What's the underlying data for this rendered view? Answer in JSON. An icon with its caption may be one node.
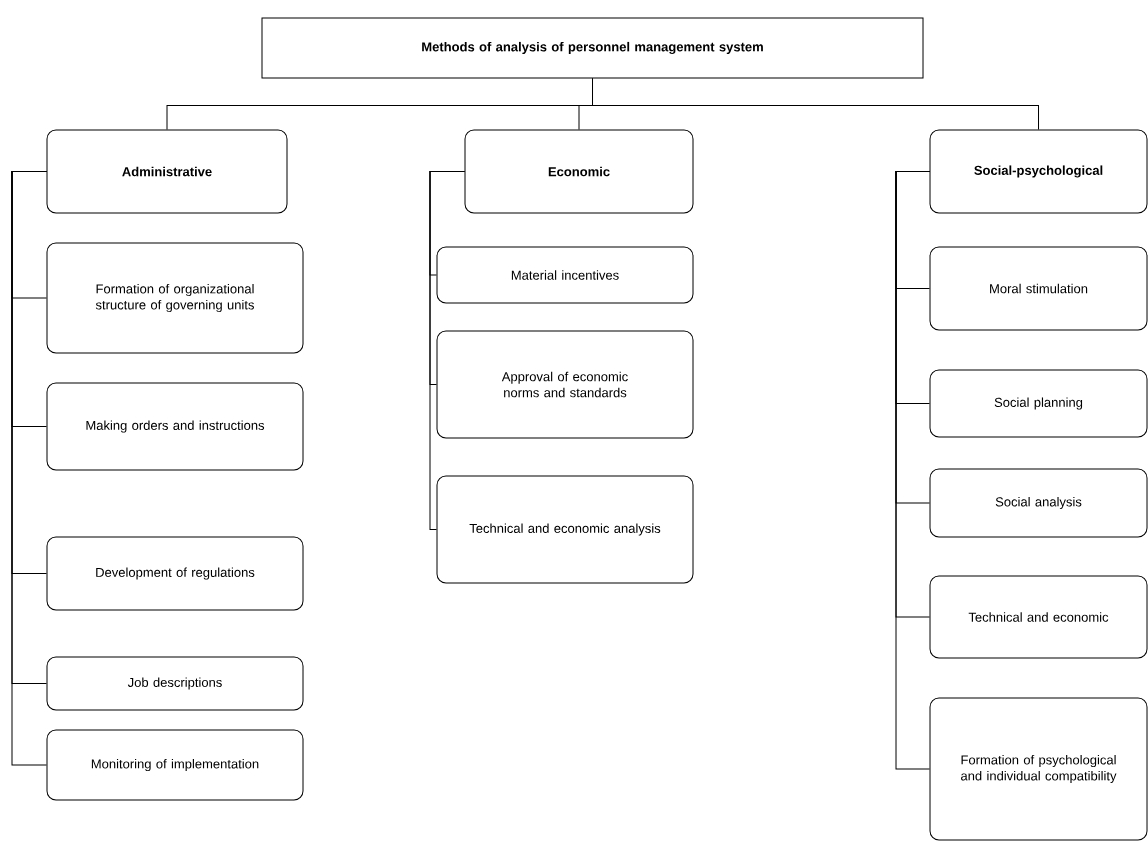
{
  "diagram": {
    "nodes": [
      {
        "text": [
          "Methods of analysis of personnel management system"
        ]
      },
      {
        "text": [
          "Administrative"
        ]
      },
      {
        "text": [
          "Formation of organizational structure of governing units"
        ]
      },
      {
        "text": [
          "Making orders and instructions"
        ]
      },
      {
        "text": [
          "Development of regulations"
        ]
      },
      {
        "text": [
          "Job descriptions"
        ]
      },
      {
        "text": [
          "Monitoring of implementation"
        ]
      },
      {
        "text": [
          "Economic"
        ]
      },
      {
        "text": [
          "Material incentives"
        ]
      },
      {
        "text": [
          "Approval of economic norms and standards"
        ]
      },
      {
        "text": [
          "Technical and economic analysis"
        ]
      },
      {
        "text": [
          "Social-psychological"
        ]
      },
      {
        "text": [
          "Moral stimulation"
        ]
      },
      {
        "text": [
          "Social planning"
        ]
      },
      {
        "text": [
          "Social analysis"
        ]
      },
      {
        "text": [
          "Technical and economic"
        ]
      },
      {
        "text": [
          "Formation of psychological and individual compatibility"
        ]
      }
    ],
    "edges": [
      {
        "from": 0,
        "to": 1,
        "arrow": "none"
      },
      {
        "from": 0,
        "to": 7,
        "arrow": "none"
      },
      {
        "from": 0,
        "to": 11,
        "arrow": "none"
      },
      {
        "from": 1,
        "to": 2,
        "arrow": "none"
      },
      {
        "from": 1,
        "to": 3,
        "arrow": "none"
      },
      {
        "from": 1,
        "to": 4,
        "arrow": "none"
      },
      {
        "from": 1,
        "to": 5,
        "arrow": "none"
      },
      {
        "from": 1,
        "to": 6,
        "arrow": "none"
      },
      {
        "from": 7,
        "to": 8,
        "arrow": "none"
      },
      {
        "from": 7,
        "to": 9,
        "arrow": "none"
      },
      {
        "from": 7,
        "to": 10,
        "arrow": "none"
      },
      {
        "from": 11,
        "to": 12,
        "arrow": "none"
      },
      {
        "from": 11,
        "to": 13,
        "arrow": "none"
      },
      {
        "from": 11,
        "to": 14,
        "arrow": "none"
      },
      {
        "from": 11,
        "to": 15,
        "arrow": "none"
      },
      {
        "from": 11,
        "to": 16,
        "arrow": "none"
      }
    ]
  }
}
